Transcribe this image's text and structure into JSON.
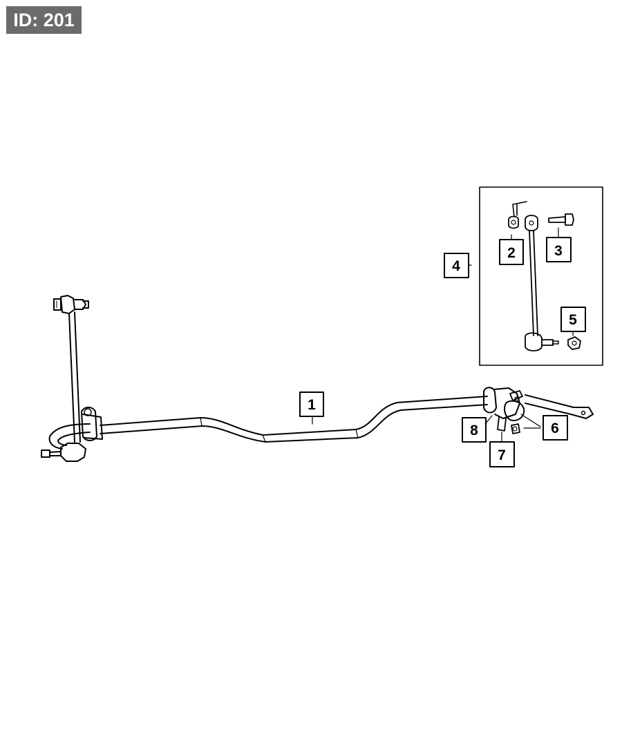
{
  "badge": {
    "text": "ID: 201"
  },
  "callouts": {
    "c1": "1",
    "c2": "2",
    "c3": "3",
    "c4": "4",
    "c5": "5",
    "c6": "6",
    "c7": "7",
    "c8": "8"
  },
  "colors": {
    "line": "#000000",
    "background": "#ffffff",
    "badge_bg": "#6b6b6b",
    "badge_text": "#ffffff"
  }
}
